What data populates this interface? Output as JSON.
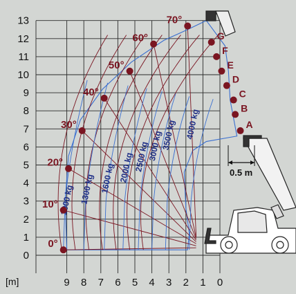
{
  "chart_data": {
    "type": "load-chart",
    "y_axis": {
      "min": 0,
      "max": 13,
      "ticks": [
        0,
        1,
        2,
        3,
        4,
        5,
        6,
        7,
        8,
        9,
        10,
        11,
        12,
        13
      ]
    },
    "x_axis": {
      "unit": "[m]",
      "ticks": [
        9,
        8,
        7,
        6,
        5,
        4,
        3,
        2,
        1,
        0
      ]
    },
    "grid": true,
    "boom_angles": [
      {
        "label": "0°",
        "x": 9.2,
        "y": 0.3
      },
      {
        "label": "10°",
        "x": 9.2,
        "y": 2.5
      },
      {
        "label": "20°",
        "x": 8.9,
        "y": 4.8
      },
      {
        "label": "30°",
        "x": 8.1,
        "y": 6.9
      },
      {
        "label": "40°",
        "x": 6.8,
        "y": 8.7
      },
      {
        "label": "50°",
        "x": 5.3,
        "y": 10.2
      },
      {
        "label": "60°",
        "x": 3.9,
        "y": 11.7
      },
      {
        "label": "70°",
        "x": 1.9,
        "y": 12.7
      }
    ],
    "extensions": [
      {
        "label": "A",
        "x": -1.2,
        "y": 6.9
      },
      {
        "label": "B",
        "x": -0.9,
        "y": 7.8
      },
      {
        "label": "C",
        "x": -0.8,
        "y": 8.6
      },
      {
        "label": "D",
        "x": -0.4,
        "y": 9.4
      },
      {
        "label": "E",
        "x": -0.1,
        "y": 10.2
      },
      {
        "label": "F",
        "x": 0.2,
        "y": 11.0
      },
      {
        "label": "G",
        "x": 0.5,
        "y": 11.8
      }
    ],
    "load_curves": [
      {
        "label": "1000 kg",
        "x": 9.2
      },
      {
        "label": "1300 kg",
        "x": 8.0
      },
      {
        "label": "1600 kg",
        "x": 6.8
      },
      {
        "label": "2000 kg",
        "x": 5.7
      },
      {
        "label": "2500 kg",
        "x": 4.8
      },
      {
        "label": "3000 kg",
        "x": 4.0
      },
      {
        "label": "3500 kg",
        "x": 3.2
      },
      {
        "label": "4000 kg",
        "x": 1.8
      }
    ],
    "dimension_label": "0.5 m"
  },
  "colors": {
    "background": "#d3d6d3",
    "grid": "#2a2a2a",
    "accent": "#7a1521",
    "load": "#1f2f86",
    "curve": "#3a6fd0"
  }
}
